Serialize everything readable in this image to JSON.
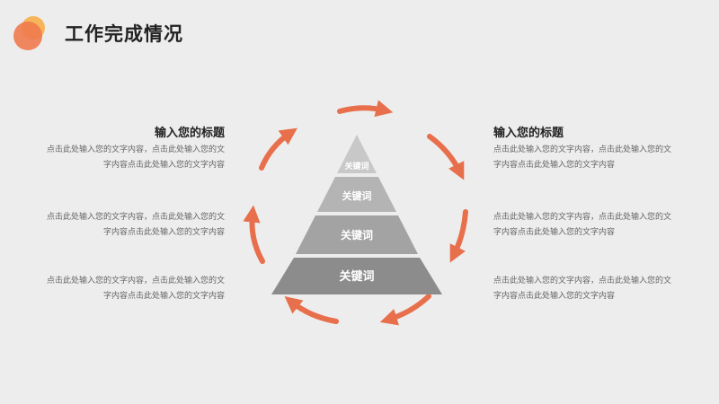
{
  "header": {
    "title": "工作完成情况"
  },
  "colors": {
    "accent": "#e86f4c",
    "logo_front": "#ef7a4c",
    "logo_back": "#f6b55a",
    "tier_1": "#c8c8c8",
    "tier_2": "#b4b4b4",
    "tier_3": "#a3a3a3",
    "tier_4": "#8c8c8c"
  },
  "pyramid": {
    "tiers": [
      {
        "label": "关键词"
      },
      {
        "label": "关键词"
      },
      {
        "label": "关键词"
      },
      {
        "label": "关键词"
      }
    ]
  },
  "left": {
    "title": "输入您的标题",
    "paragraphs": [
      "点击此处输入您的文字内容，点击此处输入您的文字内容点击此处输入您的文字内容",
      "点击此处输入您的文字内容，点击此处输入您的文字内容点击此处输入您的文字内容",
      "点击此处输入您的文字内容，点击此处输入您的文字内容点击此处输入您的文字内容"
    ]
  },
  "right": {
    "title": "输入您的标题",
    "paragraphs": [
      "点击此处输入您的文字内容，点击此处输入您的文字内容点击此处输入您的文字内容",
      "点击此处输入您的文字内容，点击此处输入您的文字内容点击此处输入您的文字内容",
      "点击此处输入您的文字内容，点击此处输入您的文字内容点击此处输入您的文字内容"
    ]
  }
}
